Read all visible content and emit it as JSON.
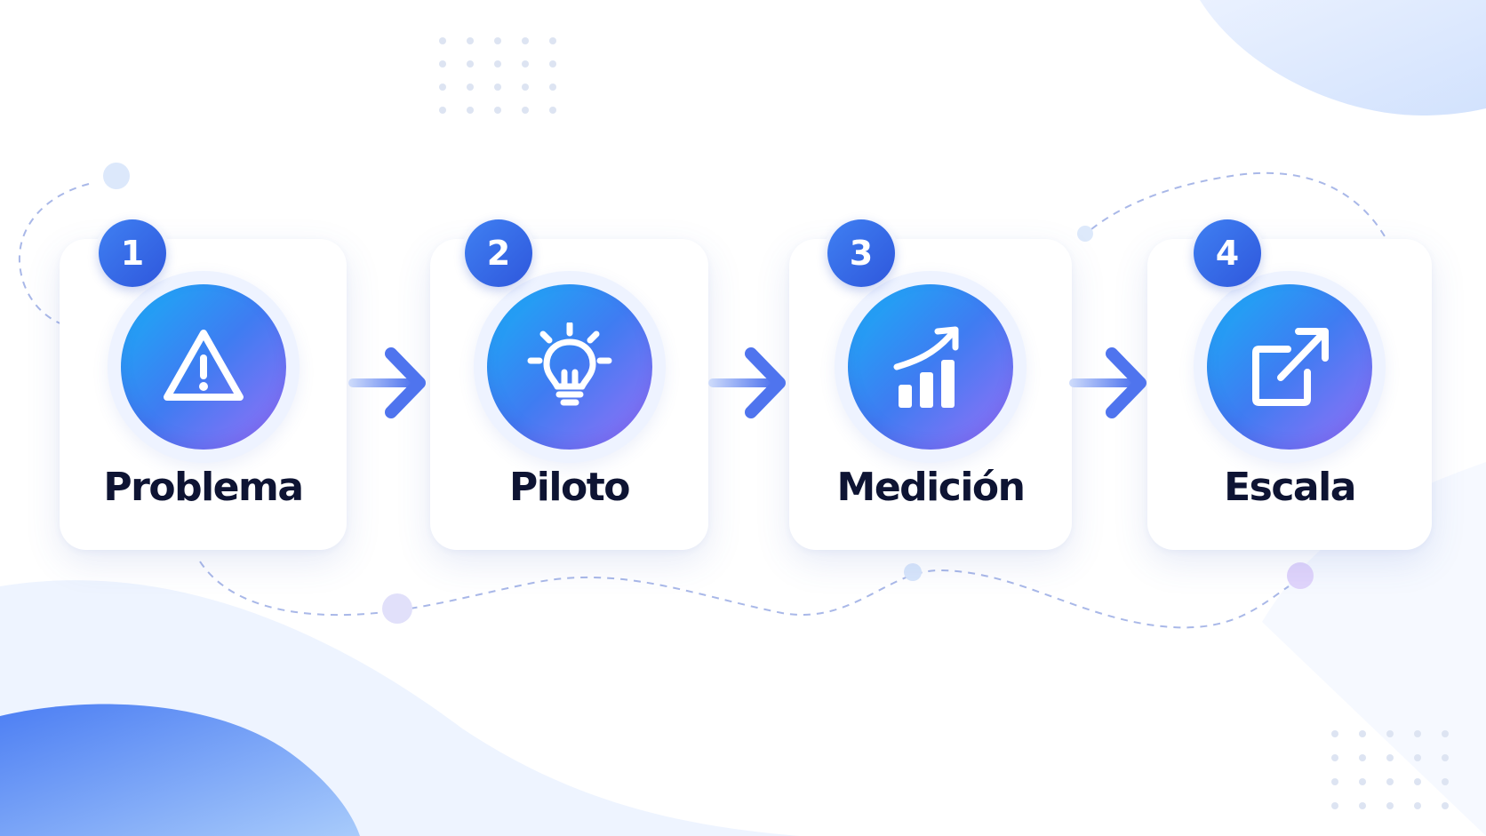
{
  "steps": [
    {
      "number": "1",
      "label": "Problema",
      "icon": "warning-triangle-icon"
    },
    {
      "number": "2",
      "label": "Piloto",
      "icon": "lightbulb-icon"
    },
    {
      "number": "3",
      "label": "Medición",
      "icon": "growth-chart-icon"
    },
    {
      "number": "4",
      "label": "Escala",
      "icon": "expand-arrow-icon"
    }
  ],
  "colors": {
    "icon_gradient_start": "#17b0f6",
    "icon_gradient_mid": "#3f7cf2",
    "icon_gradient_end": "#9a6ff6",
    "badge": "#2f57dc",
    "label_text": "#0e1433",
    "arrow": "#4f74ee"
  }
}
